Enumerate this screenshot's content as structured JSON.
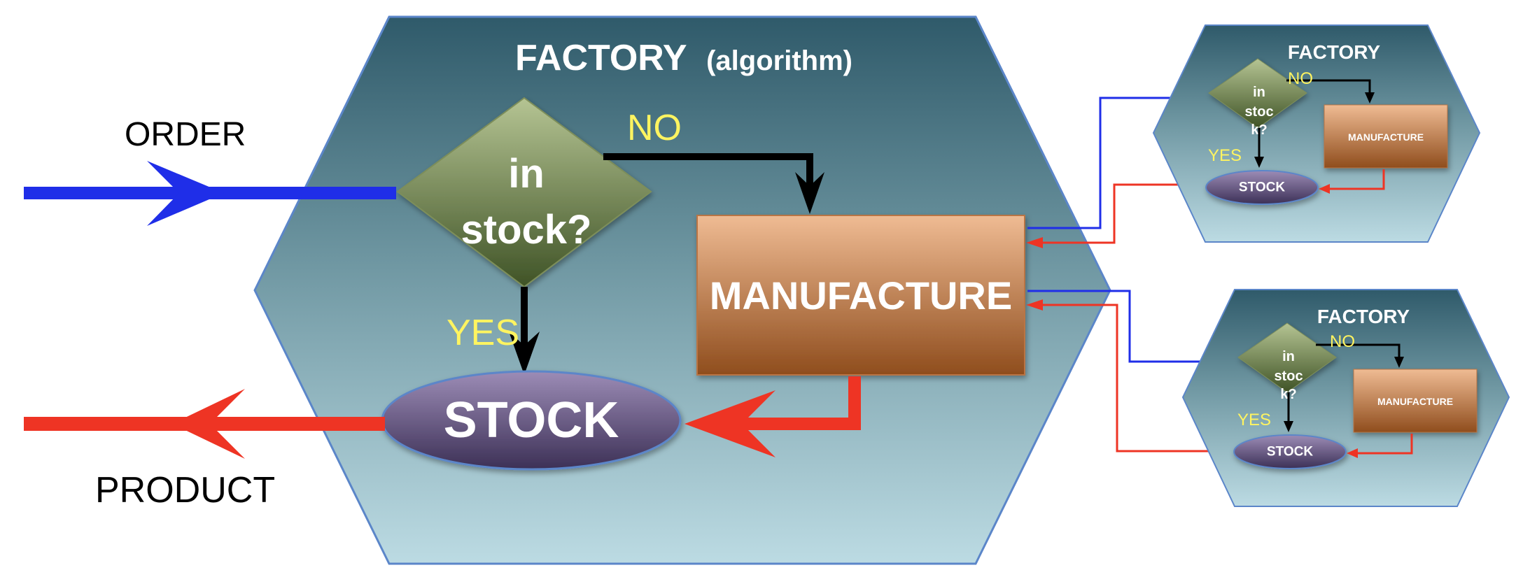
{
  "labels": {
    "order": "ORDER",
    "product": "PRODUCT"
  },
  "main_factory": {
    "title": "FACTORY",
    "subtitle": "(algorithm)",
    "decision_line1": "in",
    "decision_line2": "stock?",
    "no_label": "NO",
    "yes_label": "YES",
    "manufacture": "MANUFACTURE",
    "stock": "STOCK"
  },
  "sub_factories": [
    {
      "title": "FACTORY",
      "decision_line1": "in",
      "decision_line2": "stoc",
      "decision_line3": "k?",
      "no_label": "NO",
      "yes_label": "YES",
      "manufacture": "MANUFACTURE",
      "stock": "STOCK"
    },
    {
      "title": "FACTORY",
      "decision_line1": "in",
      "decision_line2": "stoc",
      "decision_line3": "k?",
      "no_label": "NO",
      "yes_label": "YES",
      "manufacture": "MANUFACTURE",
      "stock": "STOCK"
    }
  ],
  "colors": {
    "order_arrow": "#1f2ee8",
    "product_arrow": "#ee3424",
    "hex_top": "#2f5a6a",
    "hex_bottom": "#bcdbe3",
    "diamond_light": "#b5c493",
    "diamond_dark": "#3f5326",
    "manufacture_light": "#efbb93",
    "manufacture_dark": "#8f4d1d",
    "stock_light": "#9c8cb6",
    "stock_dark": "#3c3056",
    "yes_no_text": "#fff460"
  }
}
